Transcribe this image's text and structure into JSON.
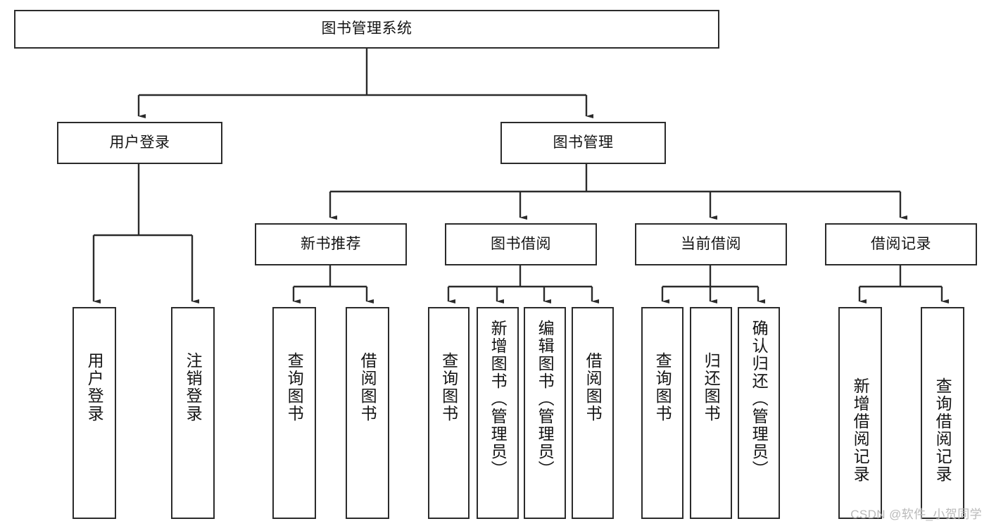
{
  "diagram": {
    "title": "图书管理系统",
    "type": "tree-structure-chart",
    "line_color": "#2b2b2b",
    "box_fill": "#ffffff",
    "text_color": "#141414",
    "watermark": "CSDN @软件_小贺同学"
  },
  "root": {
    "label": "图书管理系统"
  },
  "level2": [
    {
      "label": "用户登录"
    },
    {
      "label": "图书管理"
    }
  ],
  "level3": [
    {
      "label": "新书推荐"
    },
    {
      "label": "图书借阅"
    },
    {
      "label": "当前借阅"
    },
    {
      "label": "借阅记录"
    }
  ],
  "leaves": {
    "user_login": [
      {
        "label": "用户登录"
      },
      {
        "label": "注销登录"
      }
    ],
    "new_book": [
      {
        "label": "查询图书"
      },
      {
        "label": "借阅图书"
      }
    ],
    "book_borrow": [
      {
        "label": "查询图书"
      },
      {
        "label": "新增图书（管理员）"
      },
      {
        "label": "编辑图书（管理员）"
      },
      {
        "label": "借阅图书"
      }
    ],
    "current_borrow": [
      {
        "label": "查询图书"
      },
      {
        "label": "归还图书"
      },
      {
        "label": "确认归还（管理员）"
      }
    ],
    "borrow_record": [
      {
        "label": "新增借阅记录"
      },
      {
        "label": "查询借阅记录"
      }
    ]
  }
}
